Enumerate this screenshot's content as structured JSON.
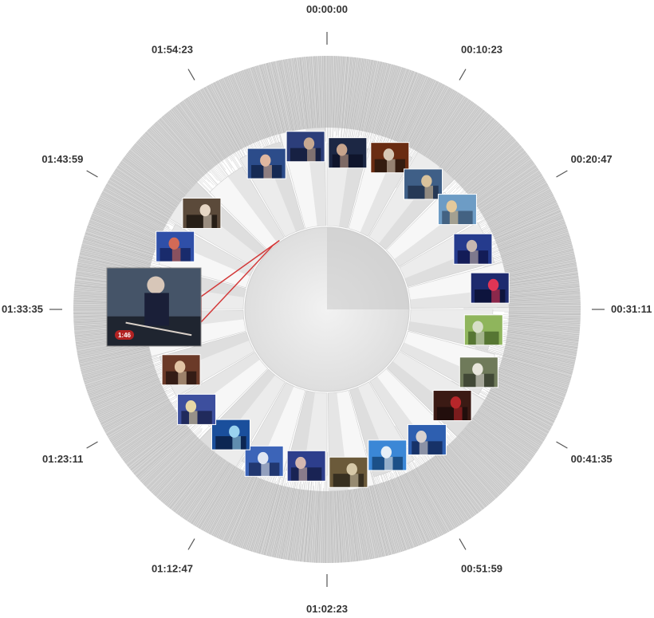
{
  "timeline": {
    "time_labels": [
      "00:00:00",
      "00:10:23",
      "00:20:47",
      "00:31:11",
      "00:41:35",
      "00:51:59",
      "01:02:23",
      "01:12:47",
      "01:23:11",
      "01:33:35",
      "01:43:59",
      "01:54:23"
    ],
    "scene_count": 24,
    "selected_scene_index": 21,
    "selected_preview_duration": "1:46",
    "colors": {
      "background": "#ffffff",
      "shot_ring": "#d4d4d4",
      "wedge_light": "#f7f7f7",
      "wedge_dark": "#cfcfcf",
      "tick": "#555555",
      "label": "#333333",
      "selection_outline": "#d33a3a",
      "duration_badge": "#b22222"
    }
  },
  "scenes": [
    {
      "thumbnail": "host-smiling-dark-suit",
      "palette": [
        "#1c2744",
        "#c8a48c",
        "#0d1328"
      ]
    },
    {
      "thumbnail": "guest-with-microphone",
      "palette": [
        "#6a2c12",
        "#d7c7b4",
        "#2a1a10"
      ]
    },
    {
      "thumbnail": "panel-on-couch",
      "palette": [
        "#3f5f87",
        "#d9c29c",
        "#22324d"
      ]
    },
    {
      "thumbnail": "dancer-on-stage",
      "palette": [
        "#6d9cc5",
        "#e4c99b",
        "#3c5876"
      ]
    },
    {
      "thumbnail": "audience-crowd",
      "palette": [
        "#253b8d",
        "#c6b7b0",
        "#10184d"
      ]
    },
    {
      "thumbnail": "concert-lights",
      "palette": [
        "#1d2a6e",
        "#e03555",
        "#0a1035"
      ]
    },
    {
      "thumbnail": "green-field-outdoor",
      "palette": [
        "#8fb55c",
        "#d8dfc9",
        "#4c6b2c"
      ]
    },
    {
      "thumbnail": "polar-bear-cub",
      "palette": [
        "#6f7a5a",
        "#e8e6dc",
        "#3a4030"
      ]
    },
    {
      "thumbnail": "guard-red-uniform",
      "palette": [
        "#3b1a14",
        "#b7262a",
        "#1e0d0a"
      ]
    },
    {
      "thumbnail": "singer-blue-stage",
      "palette": [
        "#2e5fb0",
        "#d9d2d0",
        "#132a5c"
      ]
    },
    {
      "thumbnail": "cars-on-stage",
      "palette": [
        "#3b87d6",
        "#e6eff7",
        "#16467a"
      ]
    },
    {
      "thumbnail": "couple-indoors",
      "palette": [
        "#6b5a3a",
        "#d7c9a8",
        "#2e281c"
      ]
    },
    {
      "thumbnail": "group-blue-set",
      "palette": [
        "#2d3e8c",
        "#d5b7b0",
        "#161f4a"
      ]
    },
    {
      "thumbnail": "team-photo-lineup",
      "palette": [
        "#3c64b8",
        "#e0e6f2",
        "#1c2f63"
      ]
    },
    {
      "thumbnail": "performer-spotlight",
      "palette": [
        "#1a4f9c",
        "#9ad2ee",
        "#0a1f45"
      ]
    },
    {
      "thumbnail": "blonde-woman-portrait",
      "palette": [
        "#3d4f9e",
        "#e7d7a6",
        "#1b2350"
      ]
    },
    {
      "thumbnail": "two-women-laughing",
      "palette": [
        "#6b3a28",
        "#e2c4a4",
        "#2a1812"
      ]
    },
    {
      "thumbnail": "stage-band",
      "palette": [
        "#7a3a1e",
        "#cf9a6c",
        "#2e160c"
      ]
    },
    {
      "thumbnail": "man-with-cane-stage",
      "palette": [
        "#2b3d86",
        "#b8a6a4",
        "#121a44"
      ]
    },
    {
      "thumbnail": "studio-wide-shot",
      "palette": [
        "#2f4fa8",
        "#d36a56",
        "#152561"
      ]
    },
    {
      "thumbnail": "man-laughing-closeup",
      "palette": [
        "#5b4a3a",
        "#e7d7c5",
        "#1e1812"
      ]
    },
    {
      "thumbnail": "man-waving-hands",
      "palette": [
        "#455468",
        "#d7c6b8",
        "#1f2530"
      ]
    },
    {
      "thumbnail": "host-closeup-blue",
      "palette": [
        "#2c4c8a",
        "#e0b7a0",
        "#13244a"
      ]
    },
    {
      "thumbnail": "audience-applause",
      "palette": [
        "#2c3e7a",
        "#c6a891",
        "#141c3a"
      ]
    }
  ]
}
